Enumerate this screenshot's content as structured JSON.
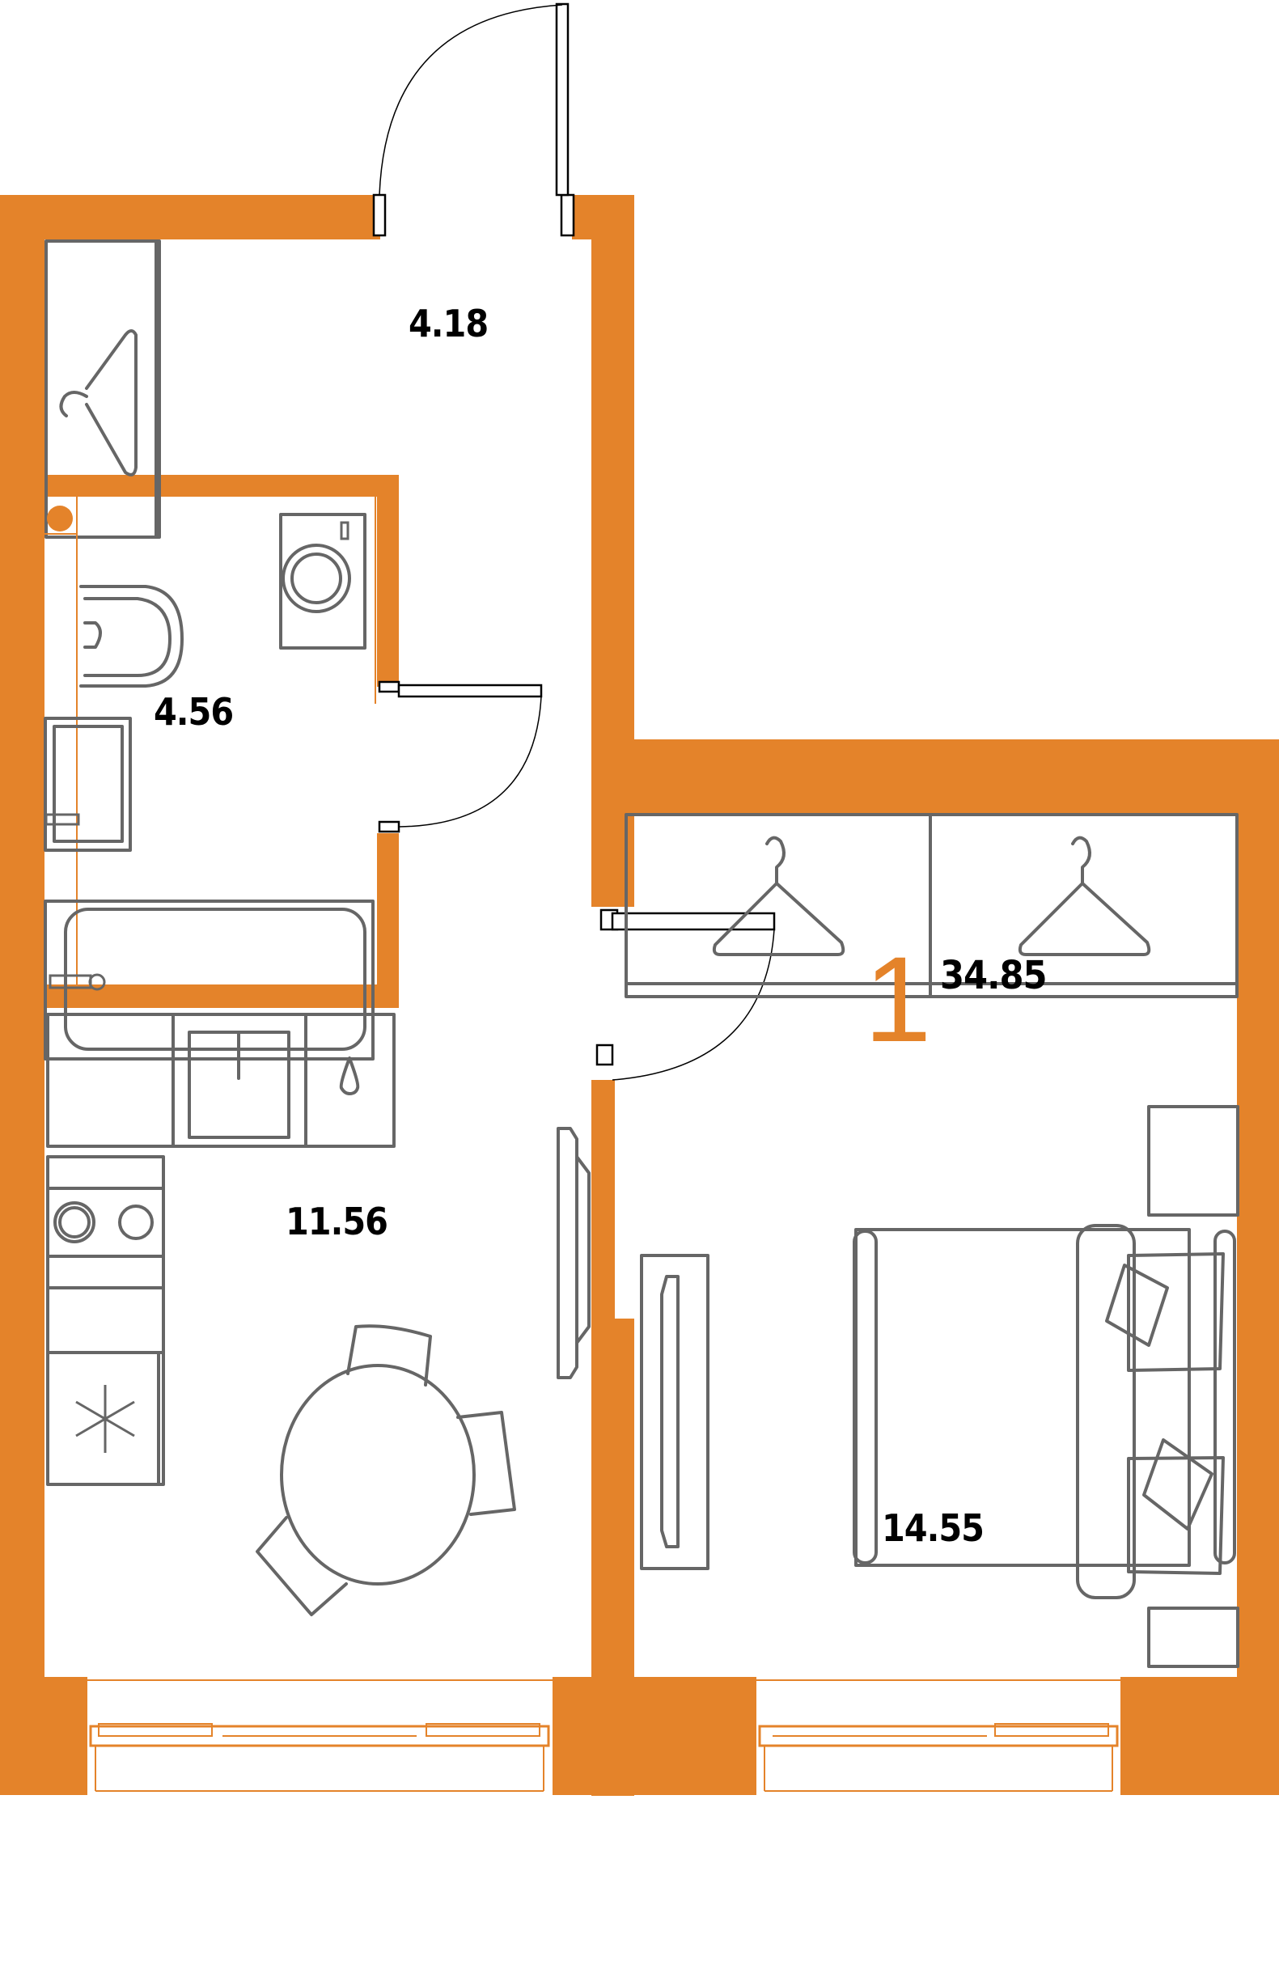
{
  "plan": {
    "rooms_count": "1",
    "total_area": "34.85",
    "accent_color": "#E4832A",
    "furniture_color": "#666666",
    "rooms": [
      {
        "id": "hallway",
        "area": "4.18"
      },
      {
        "id": "bathroom",
        "area": "4.56"
      },
      {
        "id": "kitchen",
        "area": "11.56"
      },
      {
        "id": "bedroom",
        "area": "14.55"
      }
    ],
    "icons": {
      "hallway_wardrobe": "hanger-icon",
      "bedroom_wardrobe": "hanger-icon",
      "fridge": "snowflake-icon",
      "dishwasher": "water-drop-icon"
    }
  }
}
